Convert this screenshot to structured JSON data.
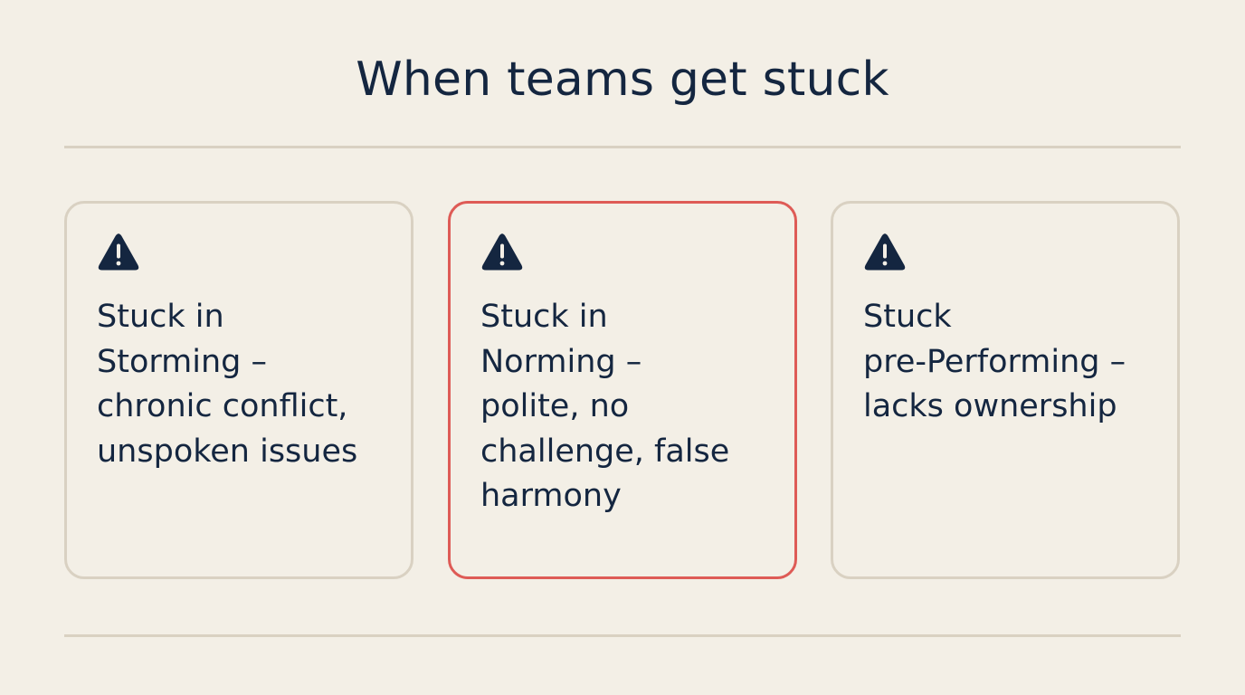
{
  "title": "When teams get stuck",
  "colors": {
    "background": "#f3efe6",
    "text": "#142640",
    "border": "#d9d1c2",
    "highlight_border": "#de5b56"
  },
  "cards": [
    {
      "icon": "warning-icon",
      "text": "Stuck in\nStorming –\nchronic conflict,\nunspoken issues",
      "highlighted": false
    },
    {
      "icon": "warning-icon",
      "text": "Stuck in\nNorming –\npolite, no\nchallenge, false\nharmony",
      "highlighted": true
    },
    {
      "icon": "warning-icon",
      "text": "Stuck\npre-Performing –\nlacks ownership",
      "highlighted": false
    }
  ]
}
